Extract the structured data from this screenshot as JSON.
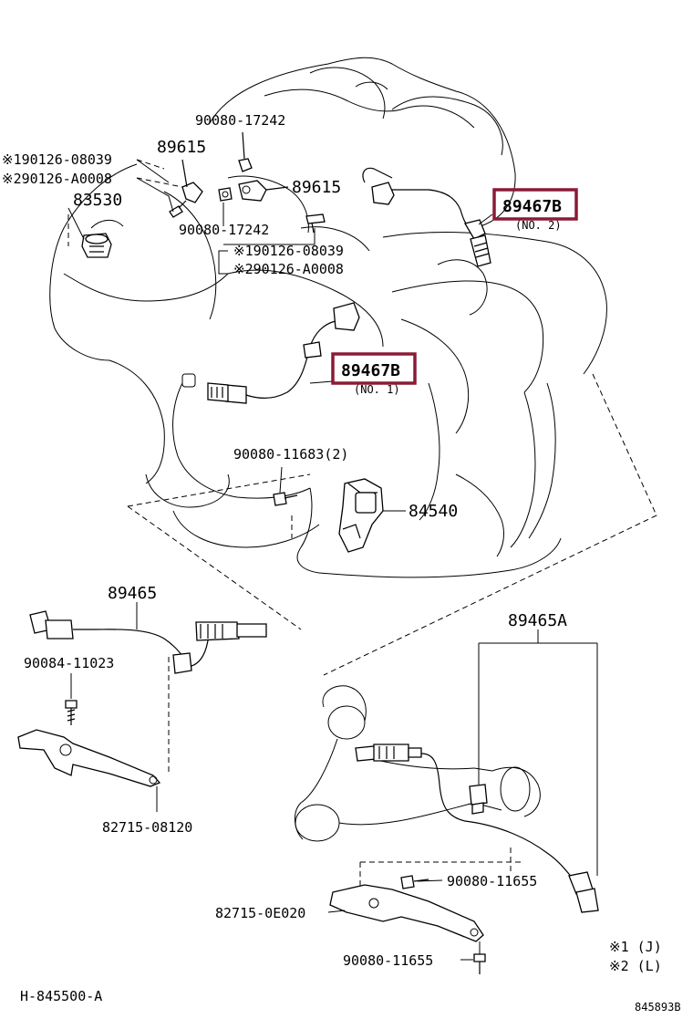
{
  "diagram": {
    "labels": {
      "p_90080_17242_top": "90080-17242",
      "p_90126_08039_left": "※190126-08039",
      "p_90126_a0008_left": "※290126-A0008",
      "p_89615_left": "89615",
      "p_83530": "83530",
      "p_89615_right": "89615",
      "p_90080_17242_mid": "90080-17242",
      "p_90126_08039_mid": "※190126-08039",
      "p_90126_a0008_mid": "※290126-A0008",
      "p_89467b_no2": "89467B",
      "p_no2": "(NO. 2)",
      "p_89467b_no1": "89467B",
      "p_no1": "(NO. 1)",
      "p_90080_11683": "90080-11683(2)",
      "p_84540": "84540",
      "p_89465": "89465",
      "p_90084_11023": "90084-11023",
      "p_82715_08120": "82715-08120",
      "p_89465a": "89465A",
      "p_90080_11655_a": "90080-11655",
      "p_82715_0e020": "82715-0E020",
      "p_90080_11655_b": "90080-11655",
      "legend_1": "※1  (J)",
      "legend_2": "※2  (L)",
      "footer_left": "H-845500-A",
      "footer_right": "845893B"
    },
    "highlight_color": "#8b1a36"
  }
}
